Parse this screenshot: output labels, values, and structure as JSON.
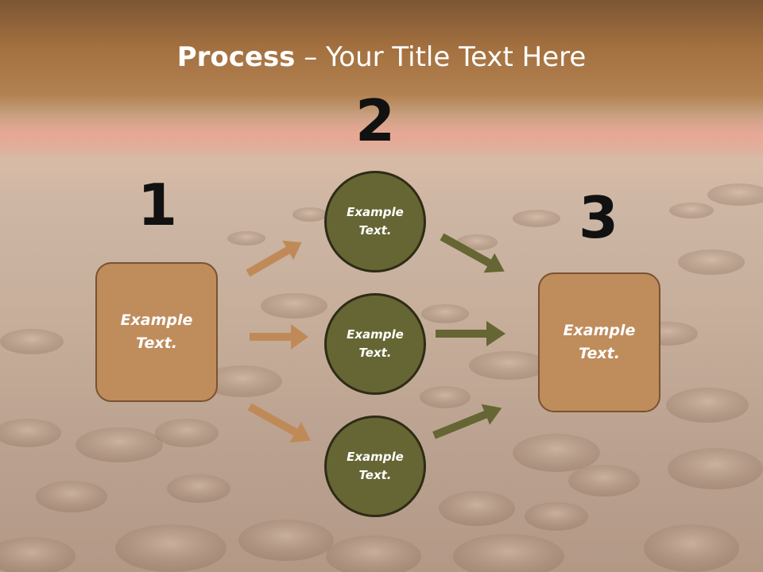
{
  "slide": {
    "title_bold": "Process",
    "title_rest": " – Your Title Text Here",
    "step_numbers": [
      "1",
      "2",
      "3"
    ],
    "left_box_text": "Example Text.",
    "right_box_text": "Example Text.",
    "circles": [
      {
        "text": "Example Text."
      },
      {
        "text": "Example Text."
      },
      {
        "text": "Example Text."
      }
    ]
  },
  "colors": {
    "box_fill": "#bf8c5c",
    "circle_fill": "#656633",
    "arrow_left": "#c08a58",
    "arrow_right": "#656633"
  }
}
